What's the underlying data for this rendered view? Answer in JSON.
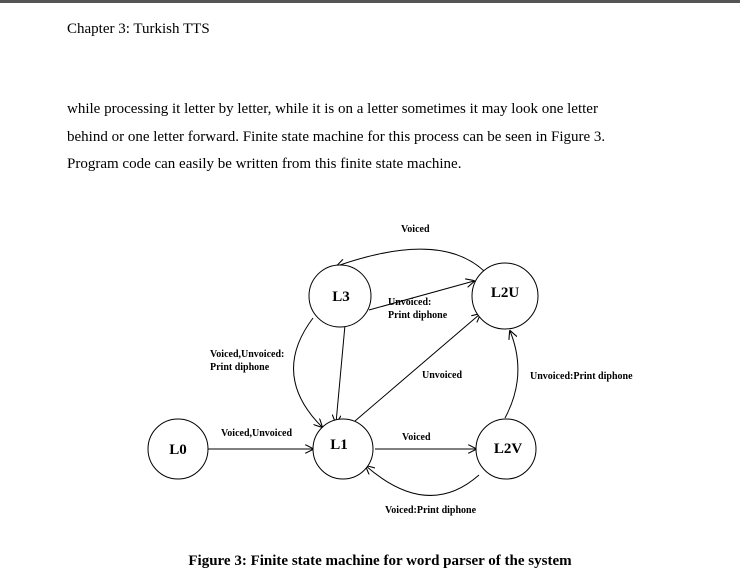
{
  "header": {
    "chapter": "Chapter 3: Turkish TTS"
  },
  "body_lines": [
    "while processing it letter by letter, while it is on a letter sometimes it may look one letter",
    "behind or one letter forward. Finite state machine for this process can be seen in Figure 3.",
    "Program code can easily be written from this finite state machine."
  ],
  "diagram": {
    "states": {
      "l0": "L0",
      "l1": "L1",
      "l2v": "L2V",
      "l2u": "L2U",
      "l3": "L3"
    },
    "transitions": {
      "l2u_to_l3": "Voiced",
      "l3_to_l2u": [
        "Unvoiced:",
        "Print diphone"
      ],
      "l3_to_l1": [
        "Voiced,Unvoiced:",
        "Print diphone"
      ],
      "l1_to_l2u": "Unvoiced",
      "l2v_to_l2u": "Unvoiced:Print diphone",
      "l0_to_l1": "Voiced,Unvoiced",
      "l1_to_l2v": "Voiced",
      "l2v_to_l1": "Voiced:Print diphone"
    }
  },
  "caption": "Figure 3: Finite state machine for word parser of the system"
}
